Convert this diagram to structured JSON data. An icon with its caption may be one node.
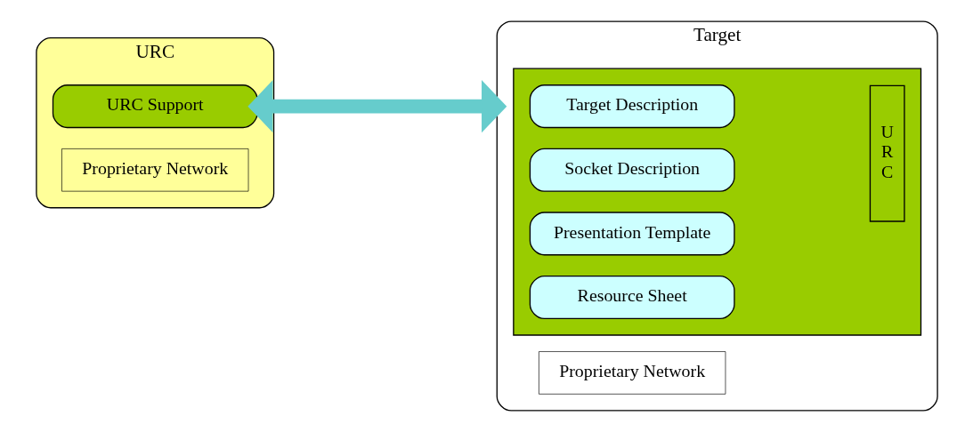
{
  "diagram": {
    "nodes": [
      {
        "text": [
          "URC"
        ]
      },
      {
        "text": [
          "URC Support"
        ],
        "in": 0
      },
      {
        "text": [
          "Proprietary Network"
        ],
        "in": 0
      },
      {
        "text": [
          "Target"
        ]
      },
      {
        "text": [],
        "shape": "box",
        "in": 3
      },
      {
        "text": [
          "Target Description"
        ],
        "in": 4
      },
      {
        "text": [
          "Socket Description"
        ],
        "in": 4
      },
      {
        "text": [
          "Presentation Template"
        ],
        "in": 4
      },
      {
        "text": [
          "Resource Sheet"
        ],
        "in": 4
      },
      {
        "text": [
          "U R C"
        ],
        "in": 4
      },
      {
        "text": [
          "Proprietary Network"
        ],
        "in": 3
      }
    ],
    "edges": [
      {
        "from": 1,
        "to": 3,
        "arrow": "both"
      }
    ]
  }
}
